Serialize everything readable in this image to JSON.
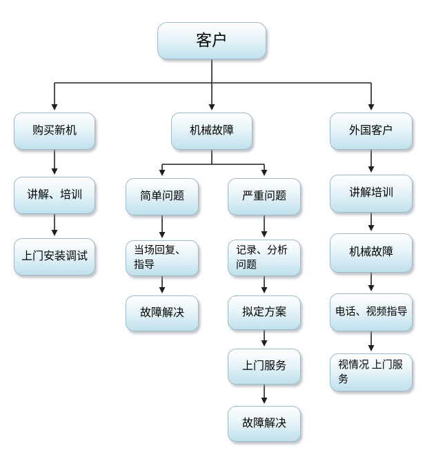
{
  "colors": {
    "box_fill_top": "#ffffff",
    "box_fill_mid": "#e9f4f9",
    "box_fill_bottom": "#c0e1ec",
    "box_border": "#9db9c9",
    "line": "#1f1f1f",
    "text": "#000000",
    "background": "#ffffff"
  },
  "nodes": {
    "customer": {
      "label": "客户"
    },
    "buy_new": {
      "label": "购买新机"
    },
    "explain_training": {
      "label": "讲解、培训"
    },
    "onsite_install": {
      "label": "上门安装调试"
    },
    "mech_fault": {
      "label": "机械故障"
    },
    "simple_problem": {
      "label": "简单问题"
    },
    "onspot_reply": {
      "label": "当场回复、指导"
    },
    "fault_solved_left": {
      "label": "故障解决"
    },
    "serious_problem": {
      "label": "严重问题"
    },
    "record_analyze": {
      "label": "记录、分析问题"
    },
    "make_plan": {
      "label": "拟定方案"
    },
    "onsite_service": {
      "label": "上门服务"
    },
    "fault_solved_mid": {
      "label": "故障解决"
    },
    "foreign_customer": {
      "label": "外国客户"
    },
    "explain_training_r": {
      "label": "讲解培训"
    },
    "mech_fault_r": {
      "label": "机械故障"
    },
    "phone_video_guide": {
      "label": "电话、视频指导"
    },
    "situational_onsite": {
      "label": "视情况 上门服务"
    }
  },
  "edges": [
    {
      "from": "customer",
      "to": "buy_new"
    },
    {
      "from": "customer",
      "to": "mech_fault"
    },
    {
      "from": "customer",
      "to": "foreign_customer"
    },
    {
      "from": "buy_new",
      "to": "explain_training"
    },
    {
      "from": "explain_training",
      "to": "onsite_install"
    },
    {
      "from": "mech_fault",
      "to": "simple_problem"
    },
    {
      "from": "mech_fault",
      "to": "serious_problem"
    },
    {
      "from": "simple_problem",
      "to": "onspot_reply"
    },
    {
      "from": "onspot_reply",
      "to": "fault_solved_left"
    },
    {
      "from": "serious_problem",
      "to": "record_analyze"
    },
    {
      "from": "record_analyze",
      "to": "make_plan"
    },
    {
      "from": "make_plan",
      "to": "onsite_service"
    },
    {
      "from": "onsite_service",
      "to": "fault_solved_mid"
    },
    {
      "from": "foreign_customer",
      "to": "explain_training_r"
    },
    {
      "from": "explain_training_r",
      "to": "mech_fault_r"
    },
    {
      "from": "mech_fault_r",
      "to": "phone_video_guide"
    },
    {
      "from": "phone_video_guide",
      "to": "situational_onsite"
    }
  ]
}
